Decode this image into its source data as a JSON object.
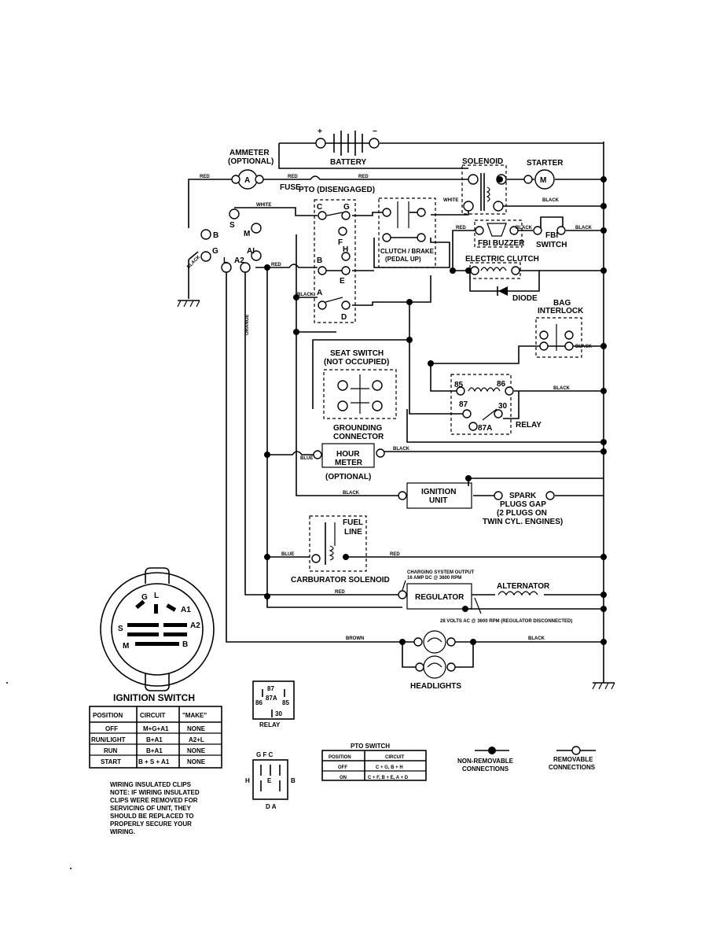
{
  "labels": {
    "battery": "BATTERY",
    "solenoid": "SOLENOID",
    "starter": "STARTER",
    "ammeter": "AMMETER",
    "ammeter_opt": "(OPTIONAL)",
    "fuse": "FUSE",
    "pto_dis": "PTO (DISENGAGED)",
    "fbi_buzzer": "FBI BUZZER",
    "fbi": "FBI",
    "switch": "SWITCH",
    "clutch_brake": "CLUTCH / BRAKE",
    "pedal_up": "(PEDAL UP)",
    "electric_clutch": "ELECTRIC CLUTCH",
    "diode": "DIODE",
    "bag": "BAG",
    "interlock": "INTERLOCK",
    "seat_switch": "SEAT SWITCH",
    "not_occupied": "(NOT OCCUPIED)",
    "grounding": "GROUNDING",
    "connector": "CONNECTOR",
    "relay": "RELAY",
    "hour": "HOUR",
    "meter": "METER",
    "hour_opt": "(OPTIONAL)",
    "ignition": "IGNITION",
    "unit": "UNIT",
    "spark": "SPARK",
    "plugs_gap": "PLUGS GAP",
    "two_plugs": "(2 PLUGS ON",
    "twin_cyl": "TWIN CYL. ENGINES)",
    "fuel": "FUEL",
    "line": "LINE",
    "carb_sol": "CARBURATOR SOLENOID",
    "charging1": "CHARGING SYSTEM OUTPUT",
    "charging2": "16 AMP DC @ 3600 RPM",
    "regulator": "REGULATOR",
    "alternator": "ALTERNATOR",
    "volts_ac": "28 VOLTS AC @ 3600 RPM (REGULATOR DISCONNECTED)",
    "headlights": "HEADLIGHTS",
    "plus": "+",
    "minus": "−"
  },
  "wires": {
    "red": "RED",
    "white": "WHITE",
    "black": "BLACK",
    "blue": "BLUE",
    "orange": "ORANGE",
    "brown": "BROWN"
  },
  "terminals": {
    "b": "B",
    "g": "G",
    "s": "S",
    "m": "M",
    "l": "L",
    "a2": "A2",
    "a1": "AI",
    "pc": "C",
    "pg": "G",
    "pf": "F",
    "ph": "H",
    "pb": "B",
    "pe": "E",
    "pa": "A",
    "pd": "D",
    "r85": "85",
    "r86": "86",
    "r87": "87",
    "r30": "30",
    "r87a": "87A",
    "meter_a": "A",
    "starter_m": "M"
  },
  "ignition_switch": {
    "title": "IGNITION SWITCH",
    "face": {
      "g": "G",
      "l": "L",
      "a1": "A1",
      "a2": "A2",
      "s": "S",
      "m": "M",
      "b": "B"
    },
    "headers": [
      "POSITION",
      "CIRCUIT",
      "\"MAKE\""
    ],
    "rows": [
      [
        "OFF",
        "M+G+A1",
        "NONE"
      ],
      [
        "RUN/LIGHT",
        "B+A1",
        "A2+L"
      ],
      [
        "RUN",
        "B+A1",
        "NONE"
      ],
      [
        "START",
        "B + S + A1",
        "NONE"
      ]
    ]
  },
  "relay_symbol": {
    "t87": "87",
    "t87a": "87A",
    "t86": "86",
    "t85": "85",
    "t30": "30",
    "label": "RELAY"
  },
  "pto_connector": {
    "top": "G F C",
    "h": "H",
    "e": "E",
    "b": "B",
    "bottom": "D A"
  },
  "pto_switch": {
    "title": "PTO SWITCH",
    "headers": [
      "POSITION",
      "CIRCUIT"
    ],
    "rows": [
      [
        "OFF",
        "C + G, B + H"
      ],
      [
        "ON",
        "C + F, B + E, A + D"
      ]
    ]
  },
  "legend": {
    "non_removable1": "NON-REMOVABLE",
    "non_removable2": "CONNECTIONS",
    "removable1": "REMOVABLE",
    "removable2": "CONNECTIONS"
  },
  "note": [
    "WIRING INSULATED CLIPS",
    "NOTE: IF WIRING INSULATED",
    "CLIPS WERE REMOVED FOR",
    "SERVICING OF UNIT, THEY",
    "SHOULD BE REPLACED TO",
    "PROPERLY SECURE YOUR",
    "WIRING."
  ]
}
